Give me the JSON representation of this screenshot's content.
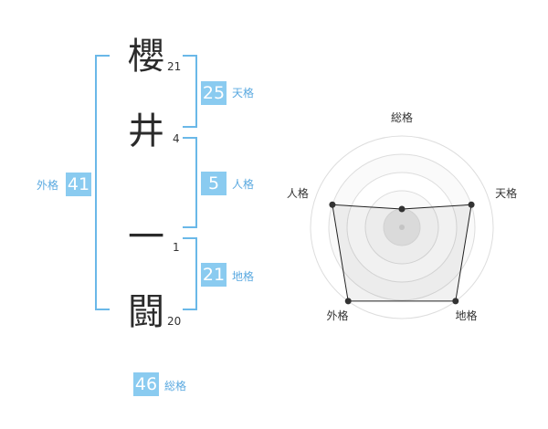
{
  "name": {
    "characters": [
      {
        "char": "櫻",
        "strokes": "21"
      },
      {
        "char": "井",
        "strokes": "4"
      },
      {
        "char": "一",
        "strokes": "1"
      },
      {
        "char": "闘",
        "strokes": "20"
      }
    ]
  },
  "fortune": {
    "tenkaku": {
      "value": "25",
      "label": "天格"
    },
    "jinkaku": {
      "value": "5",
      "label": "人格"
    },
    "chikaku": {
      "value": "21",
      "label": "地格"
    },
    "gaikaku": {
      "value": "41",
      "label": "外格"
    },
    "soukaku": {
      "value": "46",
      "label": "総格"
    }
  },
  "chart_data": {
    "type": "radar",
    "axes": [
      "総格",
      "天格",
      "地格",
      "外格",
      "人格"
    ],
    "levels": 5,
    "max": 5,
    "values": [
      1,
      4,
      5,
      5,
      4
    ]
  },
  "colors": {
    "accent": "#8acbf0",
    "bracket": "#6ab8e8",
    "label": "#5aa9e0"
  }
}
